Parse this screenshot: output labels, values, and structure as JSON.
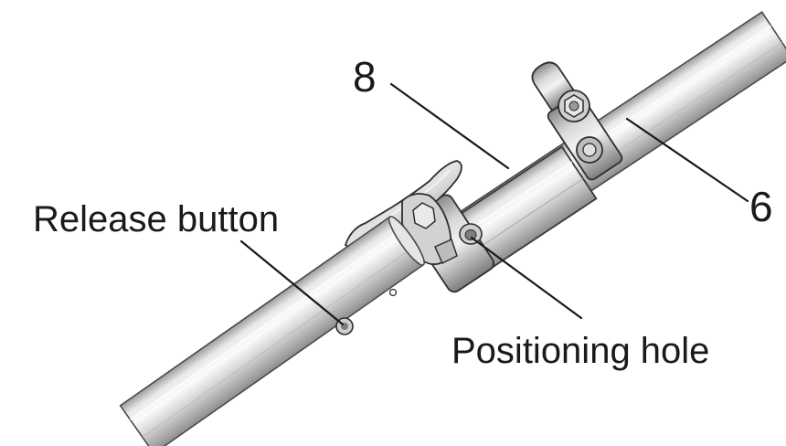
{
  "labels": {
    "part_8": "8",
    "part_6": "6",
    "release_button": "Release button",
    "positioning_hole": "Positioning hole"
  },
  "colors": {
    "tube_light": "#f1f1f1",
    "tube_mid": "#d4d4d4",
    "tube_dark": "#9a9a9a",
    "outline": "#3a3a3a",
    "text": "#1a1a1a"
  }
}
